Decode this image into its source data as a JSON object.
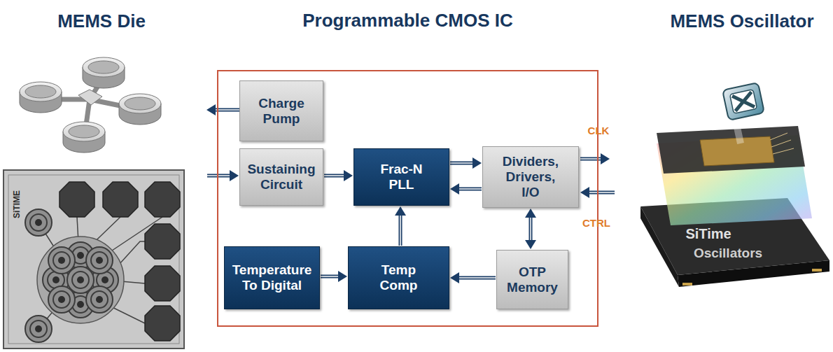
{
  "diagram": {
    "nodes": [
      {
        "text": [
          "Programmable CMOS IC"
        ]
      },
      {
        "text": [
          "Charge Pump"
        ],
        "in": 0
      },
      {
        "text": [
          "Sustaining Circuit"
        ],
        "in": 0
      },
      {
        "text": [
          "Frac-N PLL"
        ],
        "in": 0
      },
      {
        "text": [
          "Dividers, Drivers, I/O"
        ],
        "in": 0
      },
      {
        "text": [
          "Temperature To Digital"
        ],
        "in": 0
      },
      {
        "text": [
          "Temp Comp"
        ],
        "in": 0
      },
      {
        "text": [
          "OTP Memory"
        ],
        "in": 0
      }
    ],
    "edges": [
      {
        "from": 2,
        "to": 3,
        "arrow": "to"
      },
      {
        "from": 3,
        "to": 4,
        "arrow": "to"
      },
      {
        "from": 4,
        "to": 3,
        "arrow": "to"
      },
      {
        "from": 4,
        "to": 7,
        "arrow": "both"
      },
      {
        "from": 5,
        "to": 6,
        "arrow": "to"
      },
      {
        "from": 7,
        "to": 6,
        "arrow": "to"
      },
      {
        "from": 6,
        "to": 3,
        "arrow": "to"
      }
    ],
    "labels": [
      "MEMS Die",
      "MEMS Oscillator",
      "CLK",
      "CTRL",
      "SiTIME",
      "SiTime",
      "Oscillators"
    ]
  }
}
